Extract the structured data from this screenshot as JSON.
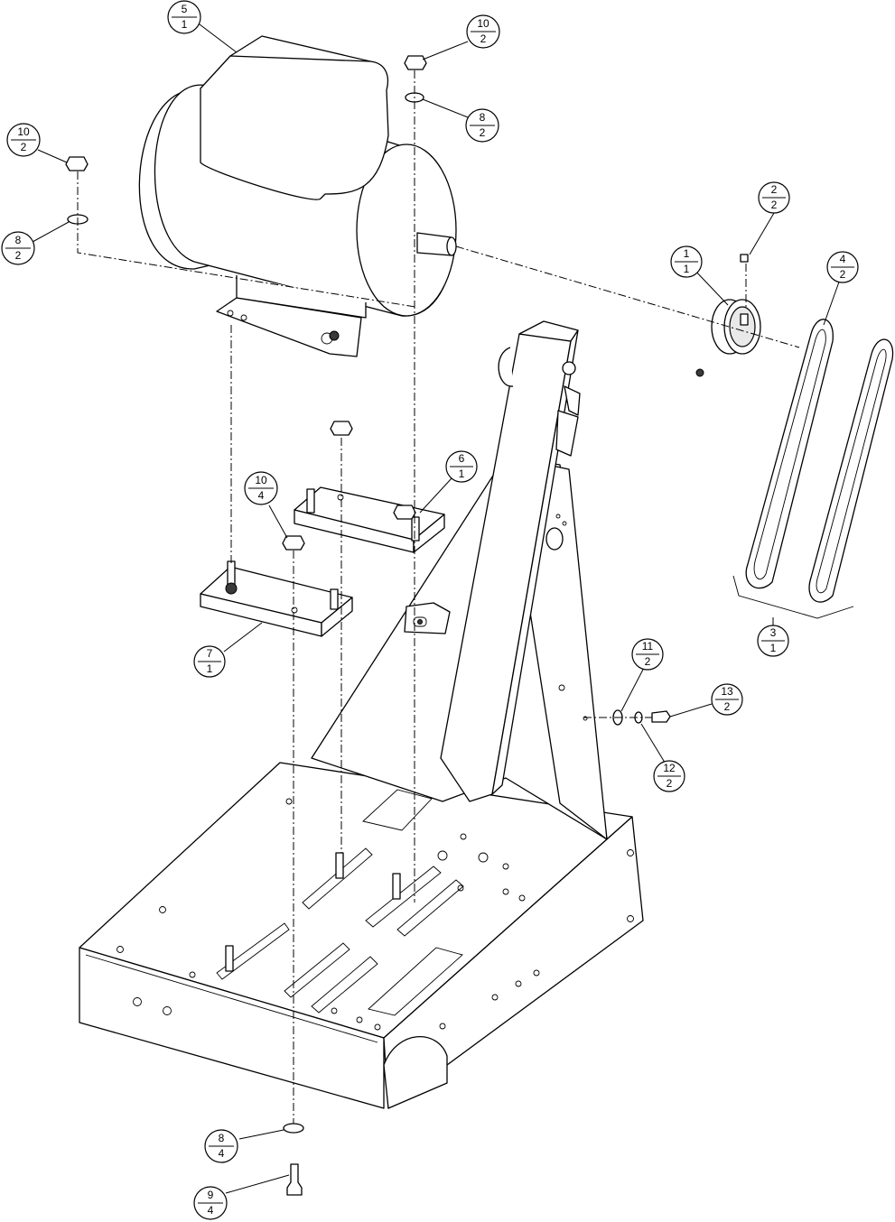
{
  "balloons": [
    {
      "id": "b-5-1",
      "item": "5",
      "qty": "1"
    },
    {
      "id": "b-10-2a",
      "item": "10",
      "qty": "2"
    },
    {
      "id": "b-8-2a",
      "item": "8",
      "qty": "2"
    },
    {
      "id": "b-10-2b",
      "item": "10",
      "qty": "2"
    },
    {
      "id": "b-8-2b",
      "item": "8",
      "qty": "2"
    },
    {
      "id": "b-2-2",
      "item": "2",
      "qty": "2"
    },
    {
      "id": "b-1-1",
      "item": "1",
      "qty": "1"
    },
    {
      "id": "b-4-2",
      "item": "4",
      "qty": "2"
    },
    {
      "id": "b-10-4",
      "item": "10",
      "qty": "4"
    },
    {
      "id": "b-6-1",
      "item": "6",
      "qty": "1"
    },
    {
      "id": "b-7-1",
      "item": "7",
      "qty": "1"
    },
    {
      "id": "b-3-1",
      "item": "3",
      "qty": "1"
    },
    {
      "id": "b-11-2",
      "item": "11",
      "qty": "2"
    },
    {
      "id": "b-13-2",
      "item": "13",
      "qty": "2"
    },
    {
      "id": "b-12-2",
      "item": "12",
      "qty": "2"
    },
    {
      "id": "b-8-4",
      "item": "8",
      "qty": "4"
    },
    {
      "id": "b-9-4",
      "item": "9",
      "qty": "4"
    }
  ]
}
